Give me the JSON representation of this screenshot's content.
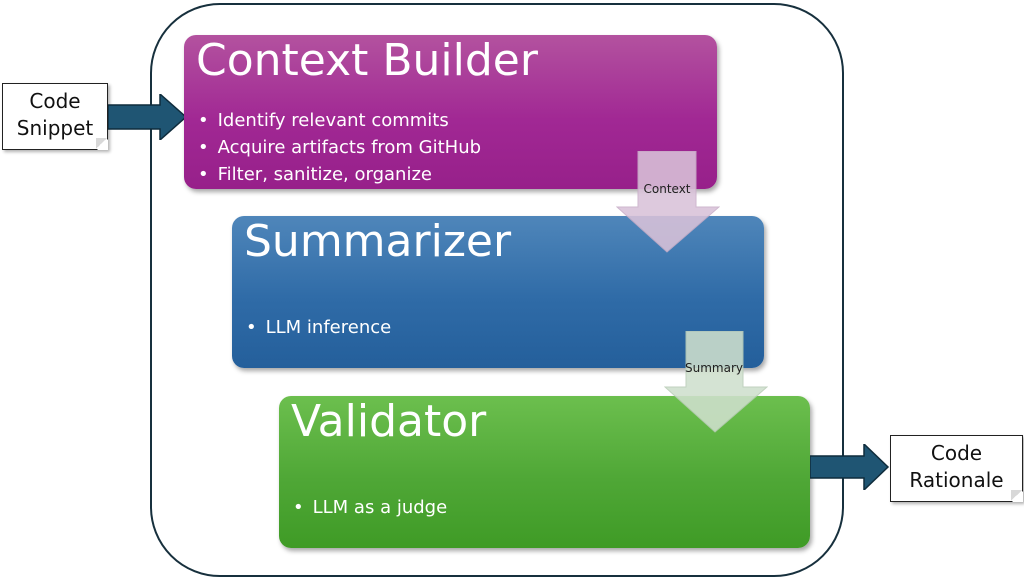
{
  "input_note": {
    "line1": "Code",
    "line2": "Snippet"
  },
  "output_note": {
    "line1": "Code",
    "line2": "Rationale"
  },
  "stages": [
    {
      "title": "Context Builder",
      "bullets": [
        "Identify relevant commits",
        "Acquire artifacts from GitHub",
        "Filter, sanitize, organize"
      ],
      "color": "#a12894"
    },
    {
      "title": "Summarizer",
      "bullets": [
        "LLM inference"
      ],
      "color": "#2f6ba7"
    },
    {
      "title": "Validator",
      "bullets": [
        "LLM as a judge"
      ],
      "color": "#4fa736"
    }
  ],
  "flows": [
    {
      "label": "Context",
      "color": "#d9c2d9"
    },
    {
      "label": "Summary",
      "color": "#cfe0cd"
    }
  ],
  "colors": {
    "io_arrow": "#1f5573",
    "border": "#17303d"
  }
}
